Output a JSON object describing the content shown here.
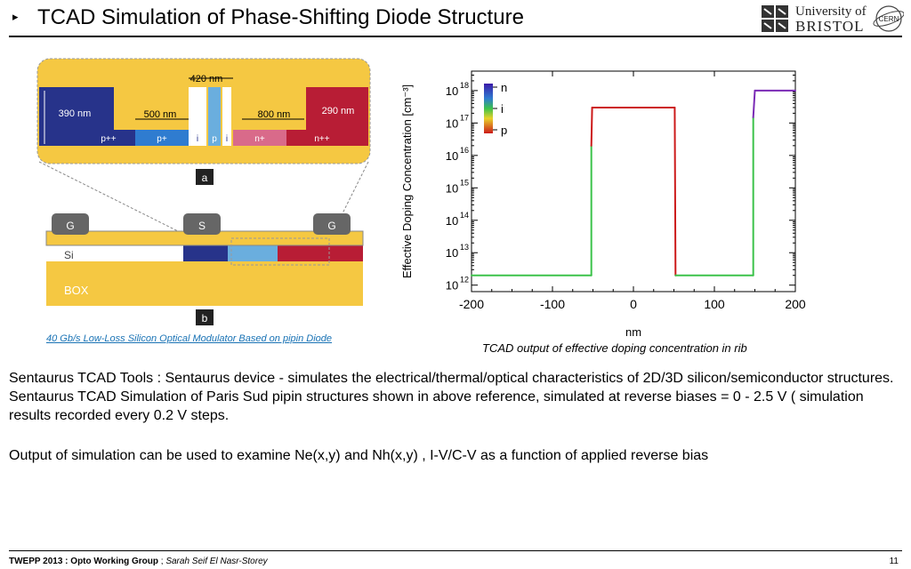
{
  "slide": {
    "bullet": "▸",
    "title": "TCAD Simulation of Phase-Shifting Diode Structure",
    "logo": {
      "line1": "University of",
      "line2": "BRISTOL",
      "badge": "CERN"
    }
  },
  "figure_left": {
    "caption": "40 Gb/s Low-Loss Silicon Optical Modulator Based on pipin Diode",
    "panel_a": {
      "label": "a",
      "dims": {
        "top": "420 nm",
        "left": "390 nm",
        "p_width": "500 nm",
        "n_width": "800 nm",
        "right": "290 nm"
      },
      "regions": [
        "p++",
        "p+",
        "i",
        "p",
        "i",
        "n+",
        "n++"
      ]
    },
    "panel_b": {
      "label": "b",
      "contacts": [
        "G",
        "S",
        "G"
      ],
      "layers": {
        "si": "Si",
        "box": "BOX"
      }
    }
  },
  "chart_caption": "TCAD output of effective doping concentration in rib",
  "chart_data": {
    "type": "line",
    "xlabel": "nm",
    "ylabel": "Effective Doping  Concentration [cm⁻³]",
    "xlim": [
      -200,
      200
    ],
    "ylim_log10": [
      11.8,
      18.6
    ],
    "y_scale": "log",
    "x_ticks": [
      "-200",
      "-100",
      "0",
      "100",
      "200"
    ],
    "y_ticks": [
      {
        "base": "10",
        "exp": "12"
      },
      {
        "base": "10",
        "exp": "13"
      },
      {
        "base": "10",
        "exp": "14"
      },
      {
        "base": "10",
        "exp": "15"
      },
      {
        "base": "10",
        "exp": "16"
      },
      {
        "base": "10",
        "exp": "17"
      },
      {
        "base": "10",
        "exp": "18"
      }
    ],
    "colorbar_labels": [
      "n",
      "i",
      "p"
    ],
    "series": [
      {
        "x": [
          -200,
          -52,
          -52,
          -51,
          -49,
          49,
          51,
          52,
          52,
          148,
          148,
          150,
          200
        ],
        "y": [
          2000000000000.0,
          2000000000000.0,
          2e+16,
          3e+17,
          3e+17,
          3e+17,
          3e+17,
          2000000000000.0,
          2000000000000.0,
          2000000000000.0,
          1.5e+17,
          1e+18,
          1e+18
        ]
      }
    ],
    "colors": {
      "p": "#cc1a1a",
      "i": "#3cc24a",
      "n": "#7a2ab5"
    }
  },
  "body": {
    "para1": "Sentaurus TCAD Tools : Sentaurus device - simulates the electrical/thermal/optical characteristics of  2D/3D silicon/semiconductor structures. Sentaurus TCAD Simulation of Paris Sud pipin structures shown in above reference, simulated at reverse biases = 0 - 2.5 V ( simulation results recorded every 0.2 V steps.",
    "para2": "Output of simulation can be used to examine   Ne(x,y)  and Nh(x,y) , I-V/C-V as a function of applied reverse bias"
  },
  "footer": {
    "event": "TWEPP 2013 : Opto Working Group",
    "sep": " ; ",
    "author": "Sarah Seif El Nasr-Storey",
    "page": "11"
  }
}
